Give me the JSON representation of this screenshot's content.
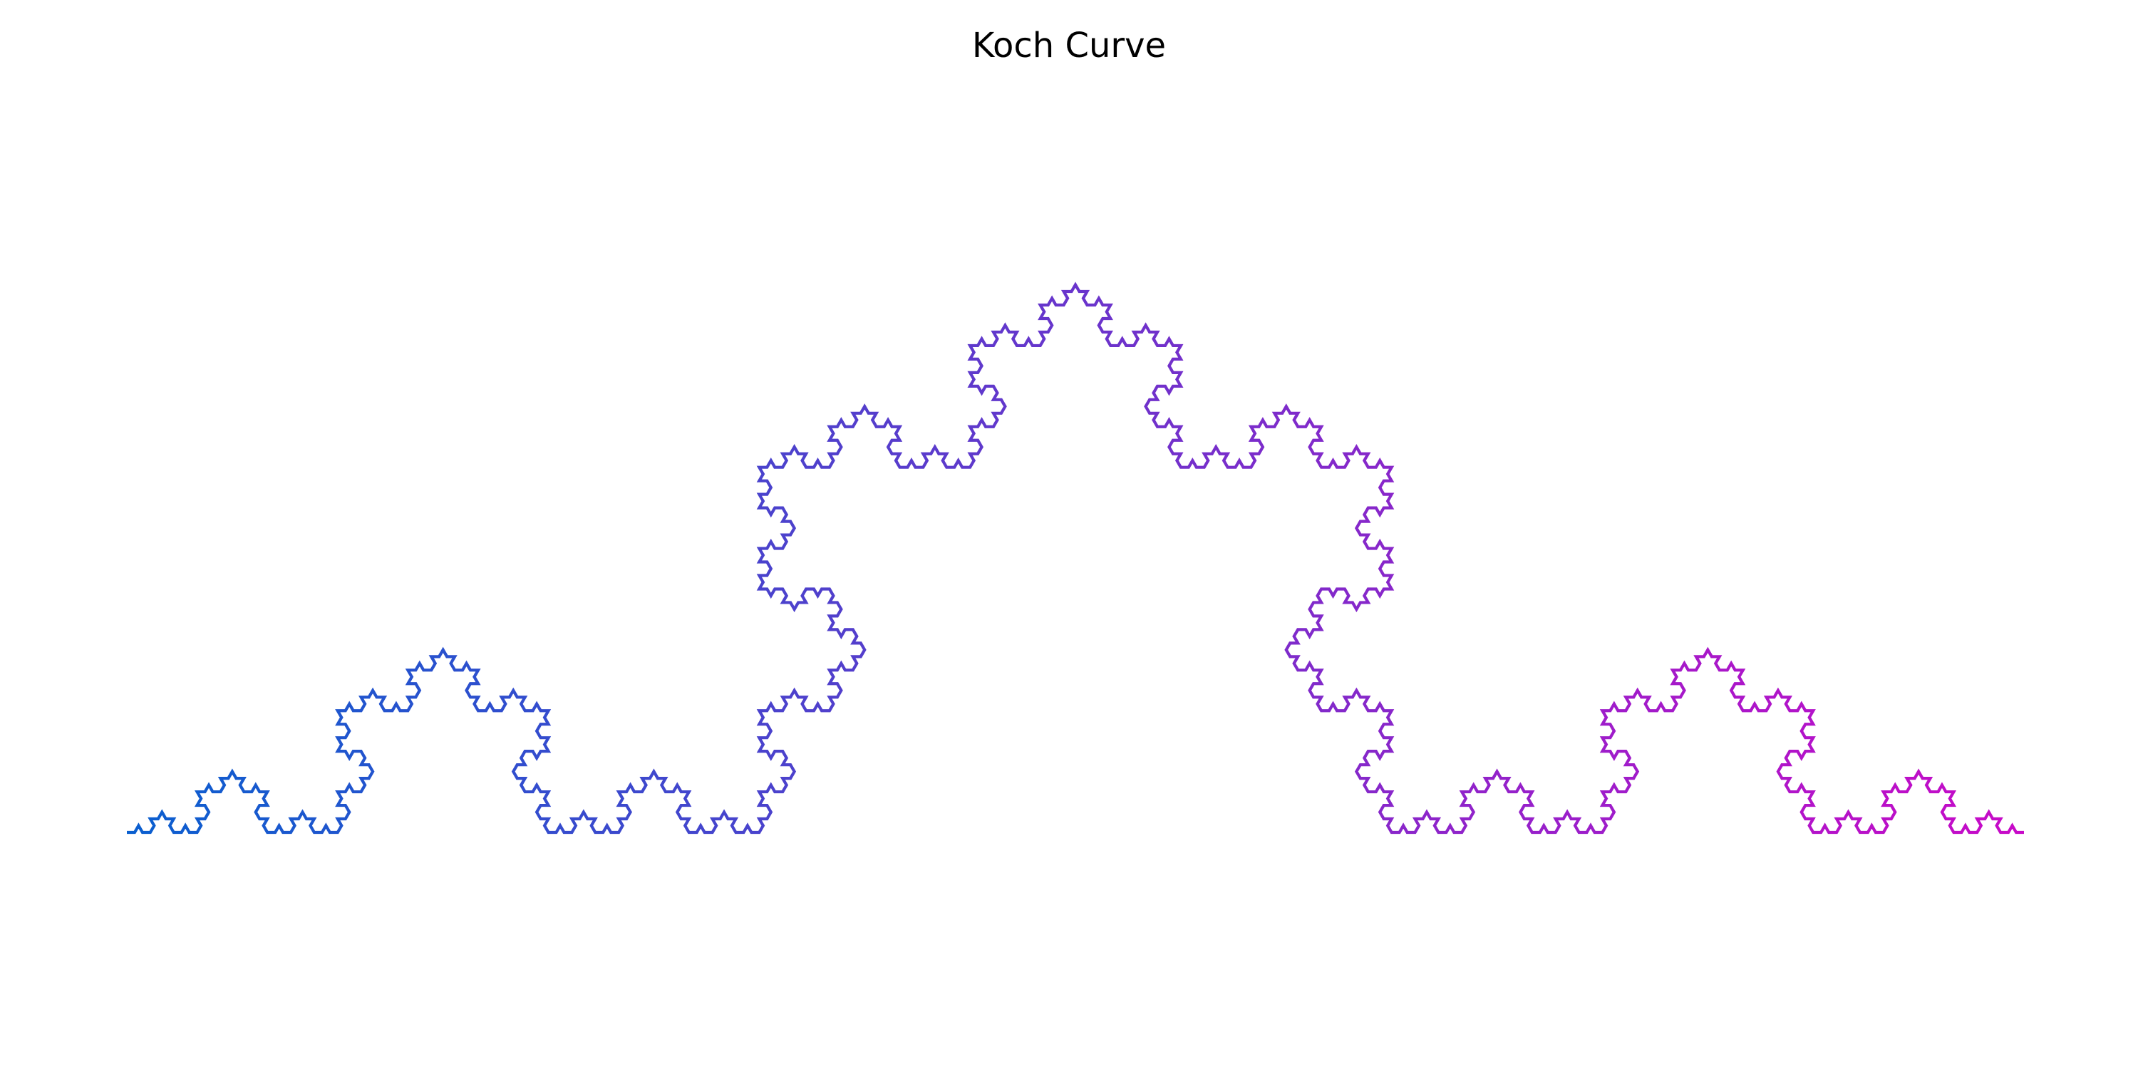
{
  "figure": {
    "title": "Koch Curve"
  },
  "curve": {
    "type": "koch",
    "iterations": 5,
    "start": [
      0,
      0
    ],
    "end": [
      1,
      0
    ],
    "axis_visible": false,
    "gradient_start_color": "#0a5fcf",
    "gradient_end_color": "#c80ac8"
  }
}
